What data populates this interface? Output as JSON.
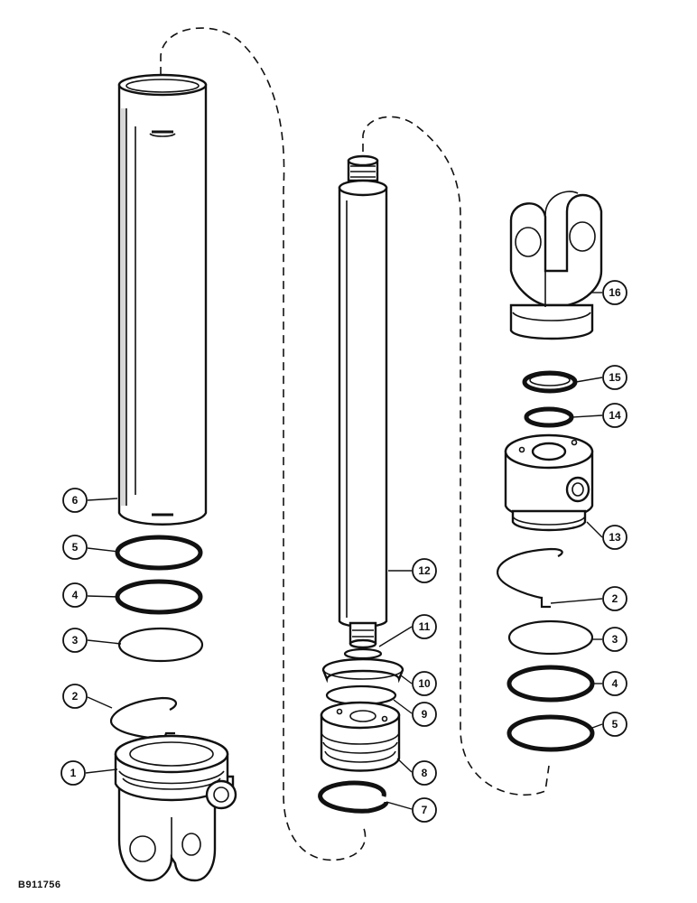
{
  "figure_id": "B911756",
  "callouts": {
    "c1": "1",
    "c2a": "2",
    "c2b": "2",
    "c3a": "3",
    "c3b": "3",
    "c4a": "4",
    "c4b": "4",
    "c5a": "5",
    "c5b": "5",
    "c6": "6",
    "c7": "7",
    "c8": "8",
    "c9": "9",
    "c10": "10",
    "c11": "11",
    "c12": "12",
    "c13": "13",
    "c14": "14",
    "c15": "15",
    "c16": "16"
  }
}
